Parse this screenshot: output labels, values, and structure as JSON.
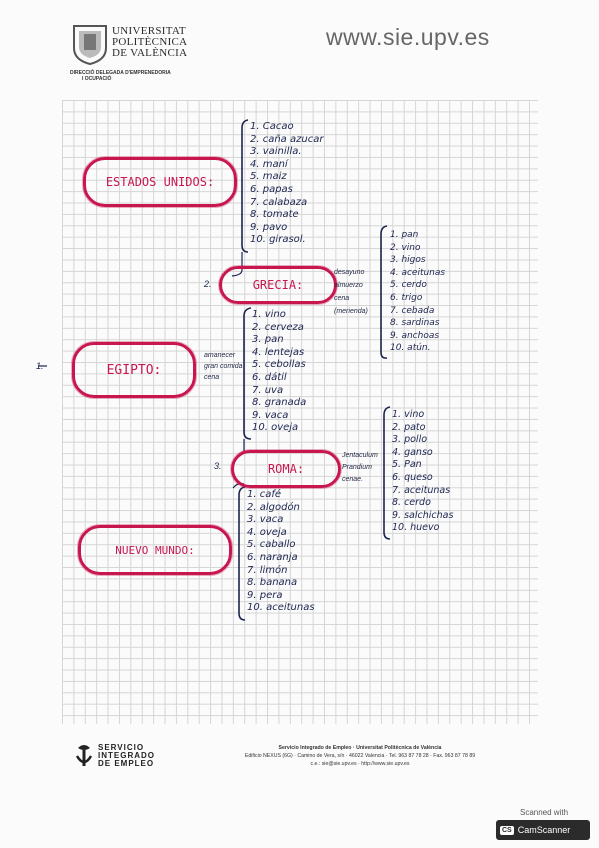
{
  "header": {
    "univ_lines": [
      "UNIVERSITAT",
      "POLITÈCNICA",
      "DE VALÈNCIA"
    ],
    "direccio_lines": [
      "DIRECCIÓ DELEGADA D'EMPRENEDORIA",
      "I OCUPACIÓ"
    ],
    "site": "www.sie.upv.es"
  },
  "map": {
    "root_number": "1.",
    "estados": {
      "title": "ESTADOS UNIDOS:",
      "items": [
        "1. Cacao",
        "2. caña azucar",
        "3. vainilla.",
        "4. maní",
        "5. maiz",
        "6. papas",
        "7. calabaza",
        "8. tomate",
        "9. pavo",
        "10. girasol."
      ]
    },
    "grecia": {
      "number": "2.",
      "title": "GRECIA:",
      "notes": [
        "desayuno",
        "almuerzo",
        "cena",
        "(merienda)"
      ],
      "items": [
        "1. pan",
        "2. vino",
        "3. higos",
        "4. aceitunas",
        "5. cerdo",
        "6. trigo",
        "7. cebada",
        "8. sardinas",
        "9. anchoas",
        "10. atún."
      ]
    },
    "egipto": {
      "title": "EGIPTO:",
      "notes": [
        "amanecer",
        "gran comida",
        "cena"
      ],
      "items": [
        "1. vino",
        "2. cerveza",
        "3. pan",
        "4. lentejas",
        "5. cebollas",
        "6. dátil",
        "7. uva",
        "8. granada",
        "9. vaca",
        "10. oveja"
      ]
    },
    "roma": {
      "number": "3.",
      "title": "ROMA:",
      "notes": [
        "Jentaculum",
        "Prandium",
        "cenae."
      ],
      "items": [
        "1. vino",
        "2. pato",
        "3. pollo",
        "4. ganso",
        "5. Pan",
        "6. queso",
        "7. aceitunas",
        "8. cerdo",
        "9. salchichas",
        "10. huevo"
      ]
    },
    "nuevo": {
      "title": "NUEVO MUNDO:",
      "items": [
        "1. café",
        "2. algodón",
        "3. vaca",
        "4. oveja",
        "5. caballo",
        "6. naranja",
        "7. limón",
        "8. banana",
        "9. pera",
        "10. aceitunas"
      ]
    }
  },
  "footer": {
    "brand_lines": [
      "SERVICIO",
      "INTEGRADO",
      "DE EMPLEO"
    ],
    "line1": "Servicio Integrado de Empleo · Universitat Politècnica de València",
    "line2": "Edificio NEXUS (6G) · Camino de Vera, s/n · 46022 Valencia · Tel. 963 87 78 28 · Fax. 963 87 78 89",
    "line3": "c.e.: sie@sie.upv.es · http://www.sie.upv.es"
  },
  "scanner": {
    "label": "Scanned with",
    "app": "CamScanner",
    "badge": "CS"
  },
  "colors": {
    "accent": "#c8174f",
    "ink": "#1c2550"
  }
}
